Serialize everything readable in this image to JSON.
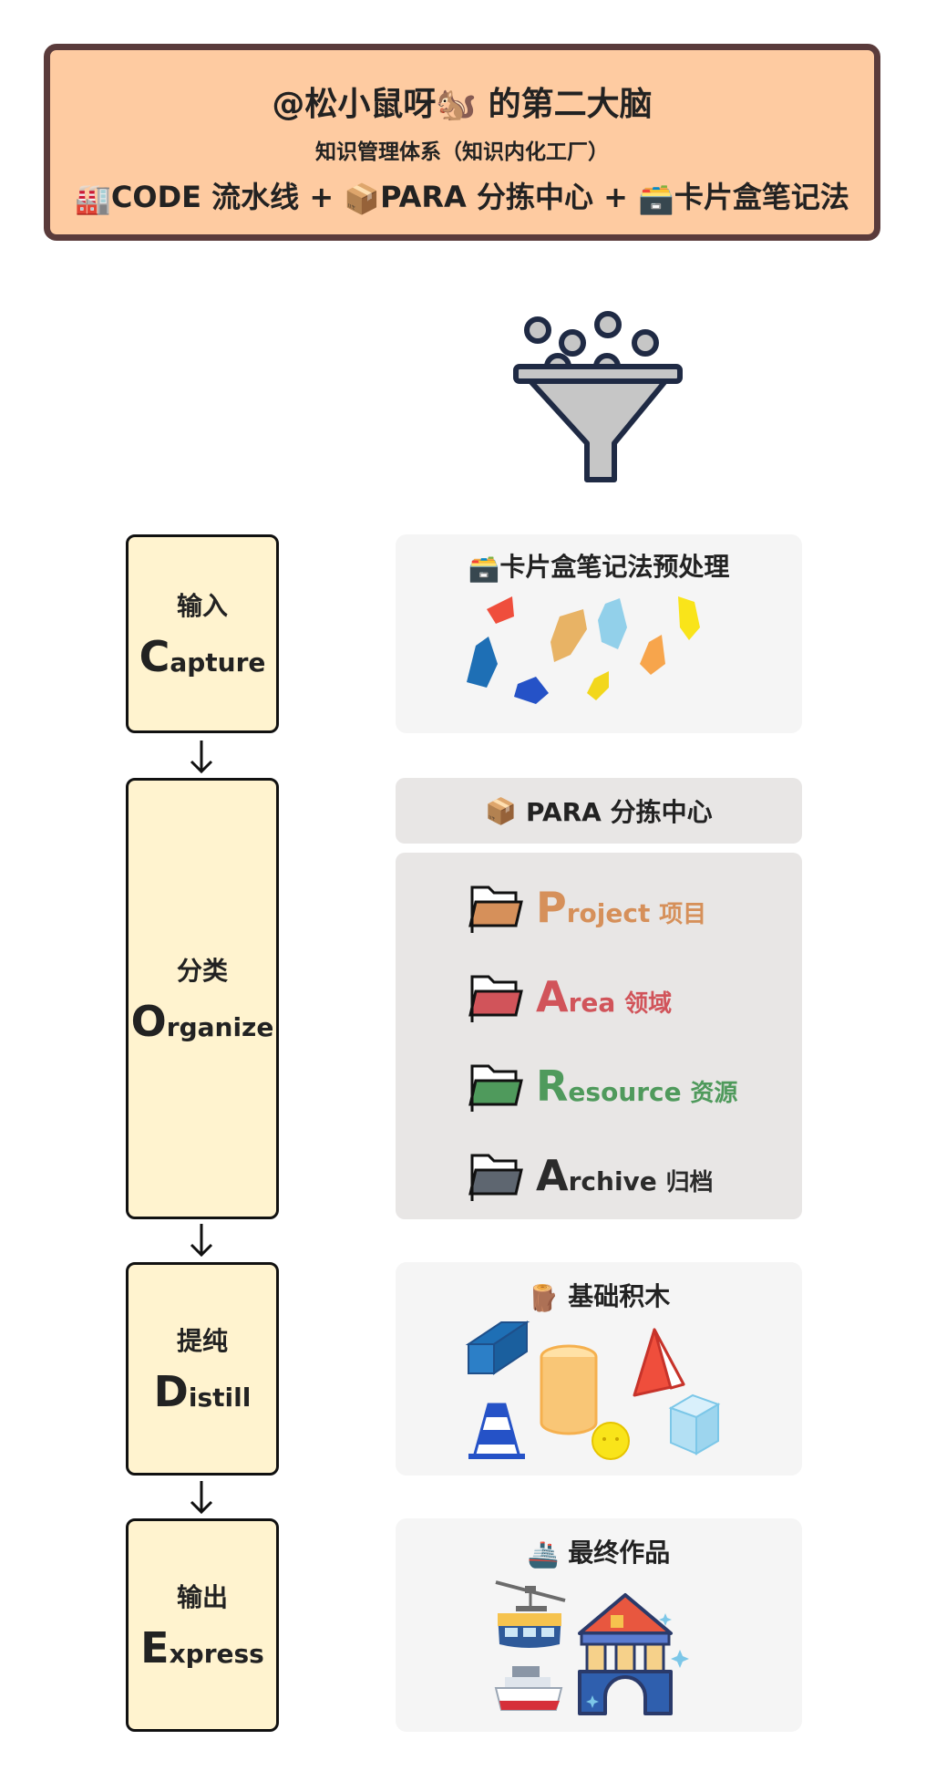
{
  "header": {
    "title": "@松小鼠呀🐿️ 的第二大脑",
    "subtitle": "知识管理体系（知识内化工厂）",
    "code_text": "CODE 流水线 + ",
    "para_text": "PARA 分拣中心 + ",
    "card_text": "卡片盒笔记法"
  },
  "icons": {
    "factory": "🏭",
    "box": "📦",
    "cardbox": "🗃️",
    "wood": "🪵",
    "ship": "🚢"
  },
  "stages": [
    {
      "cn": "输入",
      "cap": "C",
      "rest": "apture"
    },
    {
      "cn": "分类",
      "cap": "O",
      "rest": "rganize"
    },
    {
      "cn": "提纯",
      "cap": "D",
      "rest": "istill"
    },
    {
      "cn": "输出",
      "cap": "E",
      "rest": "xpress"
    }
  ],
  "panels": {
    "capture_title": "卡片盒笔记法预处理",
    "para_title": "PARA 分拣中心",
    "distill_title": "基础积木",
    "express_title": "最终作品"
  },
  "para_items": [
    {
      "big": "P",
      "rest": "roject",
      "cn": "项目",
      "color": "#d6905a"
    },
    {
      "big": "A",
      "rest": "rea",
      "cn": "领域",
      "color": "#d1545a"
    },
    {
      "big": "R",
      "rest": "esource",
      "cn": "资源",
      "color": "#4f9a5c"
    },
    {
      "big": "A",
      "rest": "rchive",
      "cn": "归档",
      "color": "#2b2b2b"
    }
  ]
}
